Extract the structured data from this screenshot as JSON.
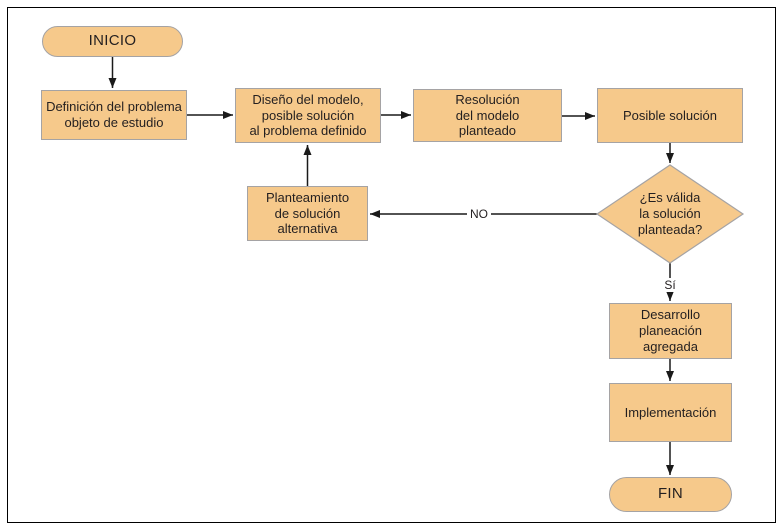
{
  "diagram": {
    "colors": {
      "node_fill": "#F6C98B",
      "node_border": "#A5A3A4",
      "line": "#1A1A1A",
      "text": "#231F20",
      "background": "#FFFFFF",
      "frame_border": "#000000"
    },
    "nodes": {
      "inicio": {
        "type": "terminator",
        "label": "INICIO"
      },
      "definicion": {
        "type": "process",
        "label": "Definición del problema\nobjeto de estudio"
      },
      "diseno": {
        "type": "process",
        "label": "Diseño del modelo,\nposible solución\nal problema definido"
      },
      "resolucion": {
        "type": "process",
        "label": "Resolución\ndel modelo\nplanteado"
      },
      "posible": {
        "type": "process",
        "label": "Posible solución"
      },
      "decision": {
        "type": "decision",
        "label": "¿Es válida\nla solución\nplanteada?"
      },
      "planteamiento": {
        "type": "process",
        "label": "Planteamiento\nde solución\nalternativa"
      },
      "desarrollo": {
        "type": "process",
        "label": "Desarrollo\nplaneación\nagregada"
      },
      "implementacion": {
        "type": "process",
        "label": "Implementación"
      },
      "fin": {
        "type": "terminator",
        "label": "FIN"
      }
    },
    "edge_labels": {
      "no": "NO",
      "si": "Sí"
    }
  }
}
